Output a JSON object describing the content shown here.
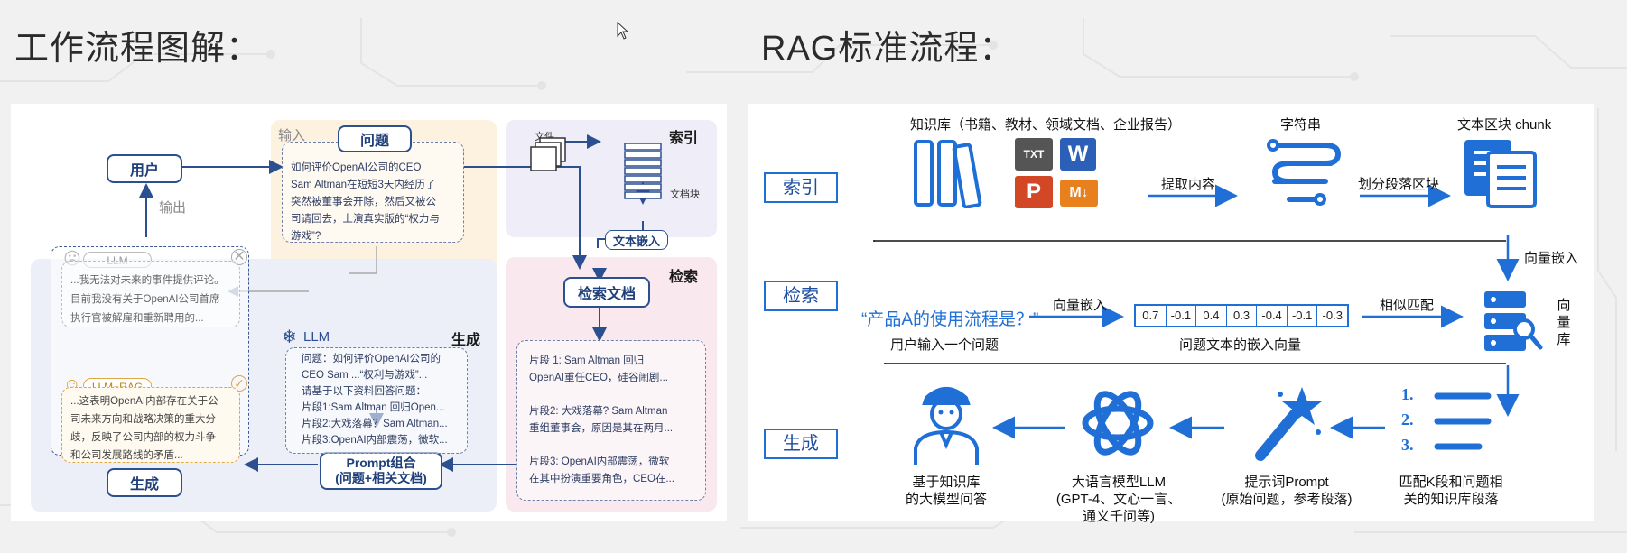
{
  "headings": {
    "left": "工作流程图解：",
    "right": "RAG标准流程："
  },
  "left_diagram": {
    "zones": {
      "input": "输入",
      "index": "索引",
      "retrieve": "检索",
      "generate": "生成"
    },
    "user_node": "用户",
    "output_label": "输出",
    "question_node": "问题",
    "question_text": "如何评价OpenAI公司的CEO\nSam Altman在短短3天内经历了\n突然被董事会开除，然后又被公\n司请回去，上演真实版的“权力与\n游戏”?",
    "file_label": "文件",
    "chunks_label": "文档块",
    "embed_node": "文本嵌入",
    "search_node": "检索文档",
    "snippets": [
      "片段 1:  Sam Altman 回归\nOpenAI重任CEO，硅谷闹剧...",
      "片段2: 大戏落幕? Sam Altman\n重组董事会，原因是其在两月...",
      "片段3: OpenAI内部震荡，微软\n在其中扮演重要角色，CEO在..."
    ],
    "prompt_node": "Prompt组合\n(问题+相关文档)",
    "prompt_text": "问题：如何评价OpenAI公司的\nCEO Sam ...“权利与游戏”...\n请基于以下资料回答问题：\n片段1:Sam Altman 回归Open...\n片段2:大戏落幕？Sam Altman...\n片段3:OpenAI内部震荡，微软...",
    "llm_label": "LLM",
    "llm_pill": "LLM",
    "llm_answer": "...我无法对未来的事件提供评论。\n目前我没有关于OpenAI公司首席\n执行官被解雇和重新聘用的...",
    "llm_rag_pill": "LLM+RAG",
    "llm_rag_answer": "...这表明OpenAI内部存在关于公\n司未来方向和战略决策的重大分\n歧，反映了公司内部的权力斗争\n和公司发展路线的矛盾...",
    "generate_node": "生成"
  },
  "right_diagram": {
    "stage_labels": [
      "索引",
      "检索",
      "生成"
    ],
    "knowledge_label": "知识库（书籍、教材、领域文档、企业报告）",
    "file_icons": [
      "TXT",
      "W",
      "P",
      "M↓"
    ],
    "extract_label": "提取内容",
    "string_label": "字符串",
    "split_label": "划分段落区块",
    "chunk_label": "文本区块 chunk",
    "embed_label_right": "向量嵌入",
    "query_text": "“产品A的使用流程是？”",
    "query_caption": "用户输入一个问题",
    "embed_label_mid": "向量嵌入",
    "vector_values": [
      "0.7",
      "-0.1",
      "0.4",
      "0.3",
      "-0.4",
      "-0.1",
      "-0.3"
    ],
    "vector_caption": "问题文本的嵌入向量",
    "match_label": "相似匹配",
    "vdb_label": "向\n量\n库",
    "list_numbers": [
      "1.",
      "2.",
      "3."
    ],
    "bottom_captions": [
      "基于知识库\n的大模型问答",
      "大语言模型LLM\n(GPT-4、文心一言、\n通义千问等)",
      "提示词Prompt\n(原始问题，参考段落)",
      "匹配K段和问题相\n关的知识库段落"
    ]
  },
  "colors": {
    "accent": "#1f6fd6",
    "navy": "#2b4f8f",
    "input_zone": "#fdf1e0",
    "index_zone": "#efedf8",
    "retrieve_zone": "#f9e9ee",
    "generate_zone": "#eceff8"
  }
}
